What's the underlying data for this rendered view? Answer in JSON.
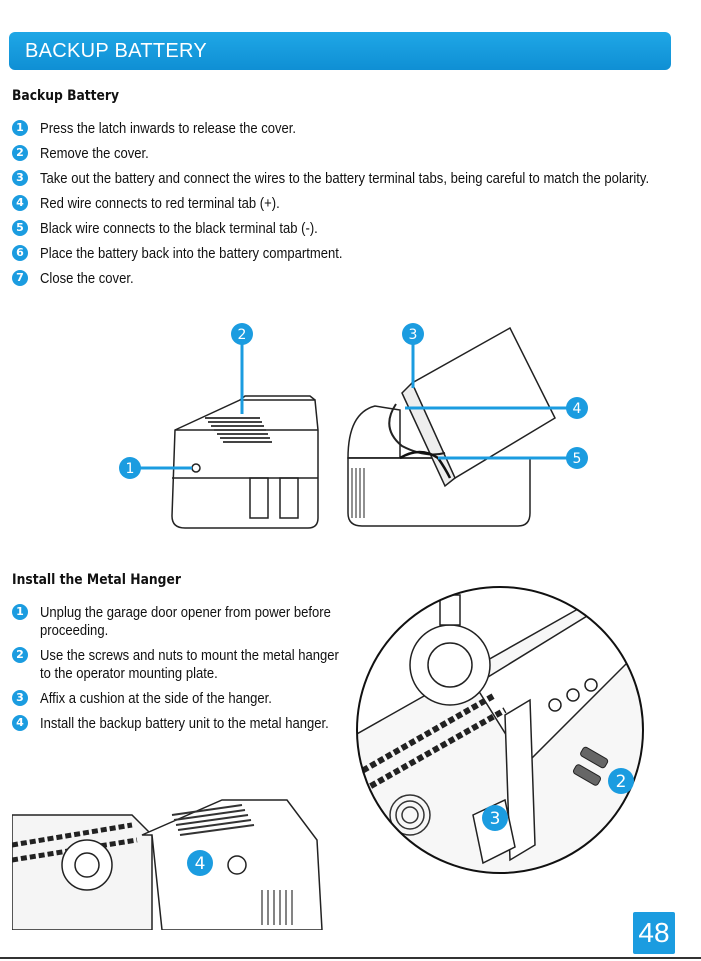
{
  "header": {
    "title": "BACKUP BATTERY"
  },
  "section1": {
    "title": "Backup Battery",
    "steps": [
      {
        "num": "1",
        "text": "Press the latch inwards to release the cover."
      },
      {
        "num": "2",
        "text": "Remove the cover."
      },
      {
        "num": "3",
        "text": "Take out the battery and connect the wires to the battery terminal tabs, being careful to match the polarity."
      },
      {
        "num": "4",
        "text": "Red wire connects to red terminal tab (+)."
      },
      {
        "num": "5",
        "text": "Black wire connects to the black terminal tab (-)."
      },
      {
        "num": "6",
        "text": "Place the battery back into the battery compartment."
      },
      {
        "num": "7",
        "text": "Close the cover."
      }
    ],
    "callouts": [
      "1",
      "2",
      "3",
      "4",
      "5"
    ]
  },
  "section2": {
    "title": "Install the Metal Hanger",
    "steps": [
      {
        "num": "1",
        "text": "Unplug the garage door opener from power before proceeding."
      },
      {
        "num": "2",
        "text": "Use the screws and nuts to mount the metal hanger to the operator mounting plate."
      },
      {
        "num": "3",
        "text": "Affix a cushion at the side of the hanger."
      },
      {
        "num": "4",
        "text": "Install the backup battery unit to the metal hanger."
      }
    ],
    "callouts": [
      "2",
      "3",
      "4"
    ]
  },
  "footer": {
    "page_number": "48"
  },
  "colors": {
    "accent": "#1b9ce0"
  }
}
